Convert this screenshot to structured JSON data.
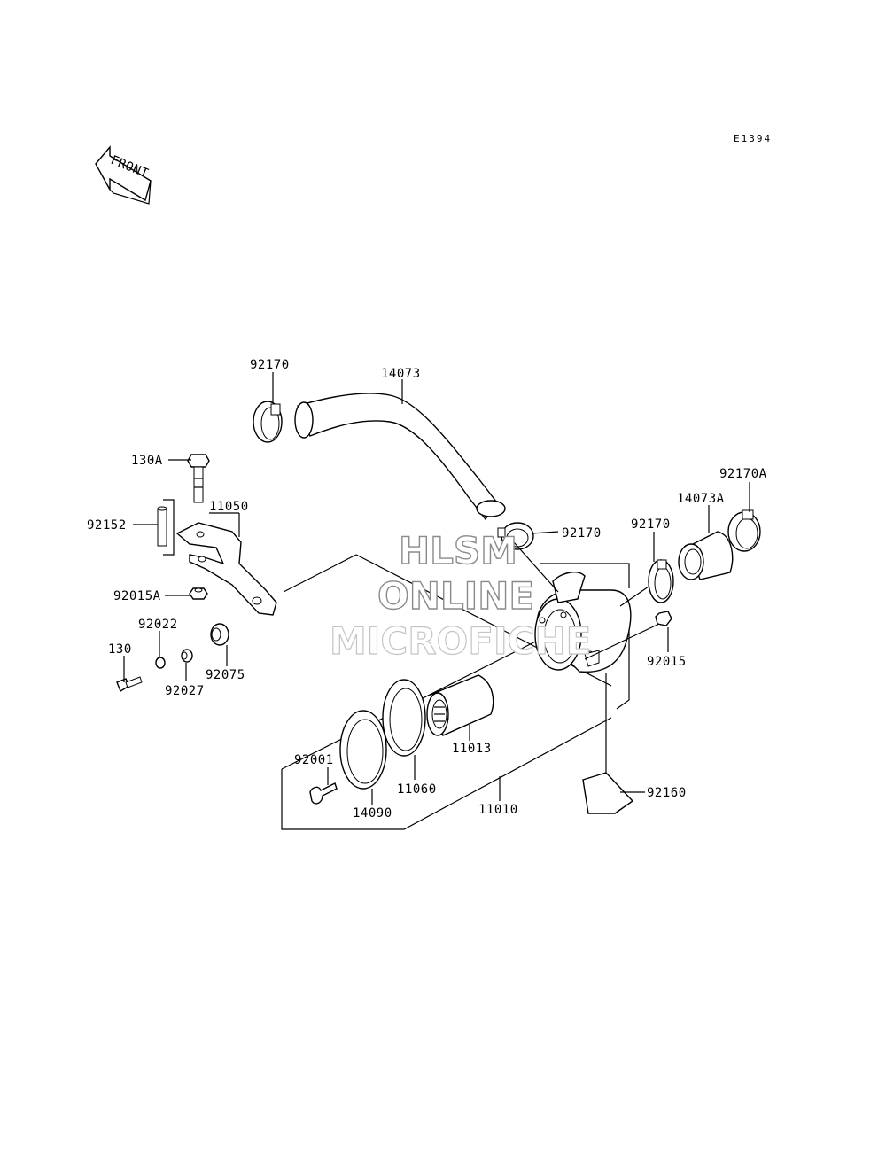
{
  "diagram_code": "E1394",
  "front_label": "FRONT",
  "watermark": {
    "line1": "HLSM",
    "line2": "ONLINE",
    "line3": "MICROFICHE"
  },
  "parts": {
    "p92170_top": "92170",
    "p14073": "14073",
    "p130A": "130A",
    "p11050": "11050",
    "p92152": "92152",
    "p92015A": "92015A",
    "p92022": "92022",
    "p130": "130",
    "p92027": "92027",
    "p92075": "92075",
    "p92170_mid": "92170",
    "p92170_right": "92170",
    "p14073A": "14073A",
    "p92170A": "92170A",
    "p92015": "92015",
    "p11013": "11013",
    "p92001": "92001",
    "p11060": "11060",
    "p14090": "14090",
    "p11010": "11010",
    "p92160": "92160"
  }
}
